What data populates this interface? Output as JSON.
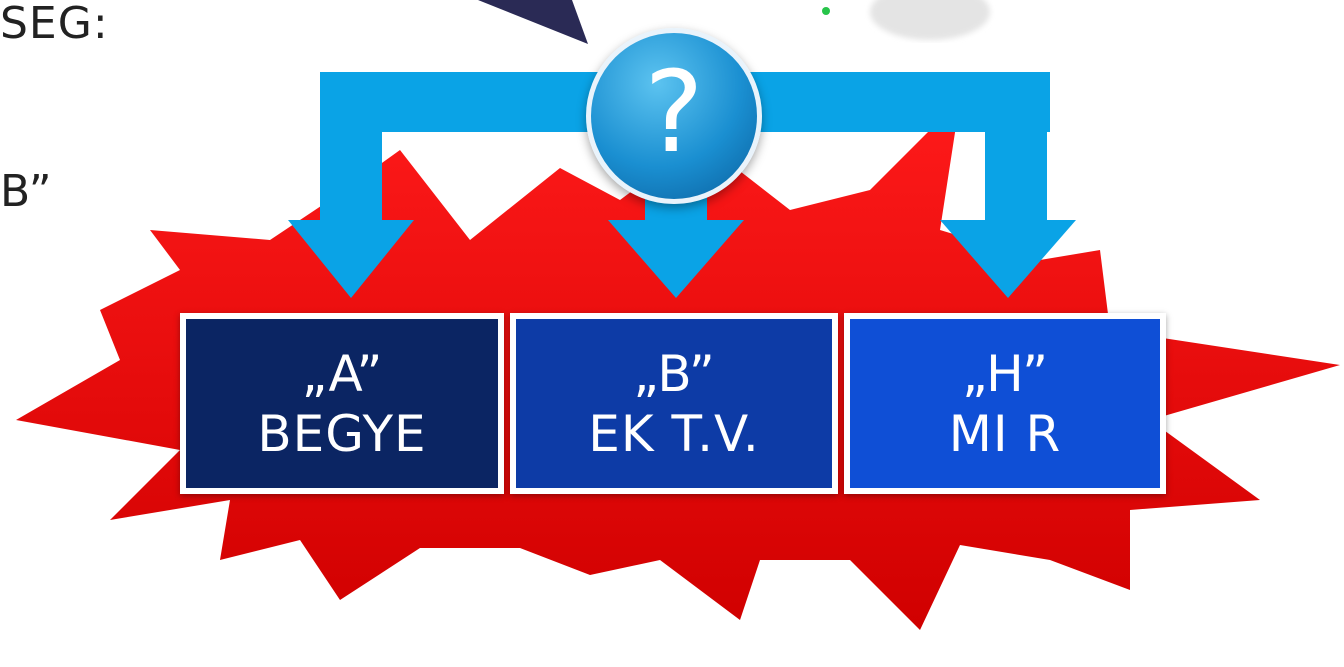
{
  "edge_text": {
    "top_left": "SEG:",
    "mid_left": "B”"
  },
  "question": {
    "symbol": "?"
  },
  "boxes": [
    {
      "line1": "„A”",
      "line2": "BEGYE",
      "color": "#0b2563"
    },
    {
      "line1": "„B”",
      "line2": "EK T.V.",
      "color": "#0d3ba6"
    },
    {
      "line1": "„H”",
      "line2": "MI R",
      "color": "#0f4fd6"
    }
  ],
  "colors": {
    "burst": "#e80000",
    "arrows": "#0aa3e6",
    "pointer": "#2a2a55"
  }
}
